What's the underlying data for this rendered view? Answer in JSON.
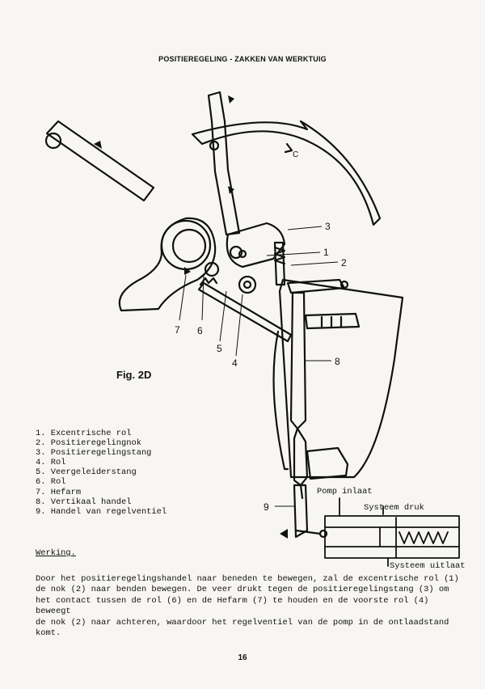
{
  "page": {
    "title": "POSITIEREGELING - ZAKKEN VAN WERKTUIG",
    "figure_label": "Fig. 2D",
    "page_number": "16"
  },
  "callouts": [
    "1",
    "2",
    "3",
    "4",
    "5",
    "6",
    "7",
    "8",
    "9"
  ],
  "legend": [
    "1. Excentrische rol",
    "2. Positieregelingnok",
    "3. Positieregelingstang",
    "4. Rol",
    "5. Veergeleiderstang",
    "6. Rol",
    "7. Hefarm",
    "8. Vertikaal handel",
    "9. Handel van regelventiel"
  ],
  "valve_labels": {
    "pump_inlet": "Pomp inlaat",
    "system_pressure": "Systeem druk",
    "system_outlet": "Systeem uitlaat"
  },
  "section": {
    "heading": "Werking.",
    "lines": [
      "Door het positieregelingshandel naar beneden te bewegen, zal de excentrische rol (1)",
      "de nok (2) naar benden bewegen. De veer drukt tegen de positieregelingstang (3) om",
      "het contact tussen de rol (6) en de Hefarm (7) te houden en de voorste rol (4) beweegt",
      "de nok (2) naar achteren, waardoor het regelventiel van de pomp in de ontlaadstand",
      "komt."
    ]
  }
}
